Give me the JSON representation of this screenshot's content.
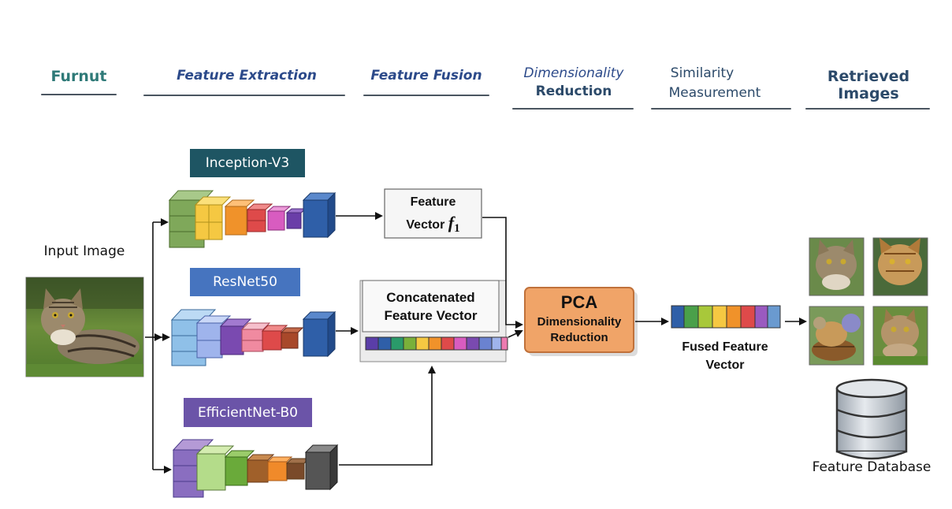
{
  "headers": {
    "stage1": "Furnut",
    "stage2": "Feature Extraction",
    "stage3": "Feature Fusion",
    "stage4_line1": "Dimensionality",
    "stage4_line2": "Reduction",
    "stage5_line1": "Similarity",
    "stage5_line2": "Measurement",
    "stage6": "Retrieved Images"
  },
  "input": {
    "label": "Input Image"
  },
  "networks": {
    "inception": "Inception-V3",
    "resnet": "ResNet50",
    "efficientnet": "EfficientNet-B0"
  },
  "feature_vector": {
    "line1": "Feature",
    "line2": "Vector",
    "symbol": "f",
    "subscript": "1"
  },
  "concat": {
    "line1": "Concatenated",
    "line2": "Feature Vector"
  },
  "pca": {
    "title": "PCA",
    "line1": "Dimensionality",
    "line2": "Reduction"
  },
  "fused": {
    "line1": "Fused Feature",
    "line2": "Vector"
  },
  "database": {
    "label": "Feature Database"
  },
  "colors": {
    "header_teal": "#2f7a78",
    "header_blue": "#2c4a8a",
    "inception_label_bg": "#1e5563",
    "resnet_label_bg": "#4674bf",
    "efficientnet_label_bg": "#6b54a8",
    "pca_fill": "#f0a468",
    "pca_border": "#c0713a"
  }
}
